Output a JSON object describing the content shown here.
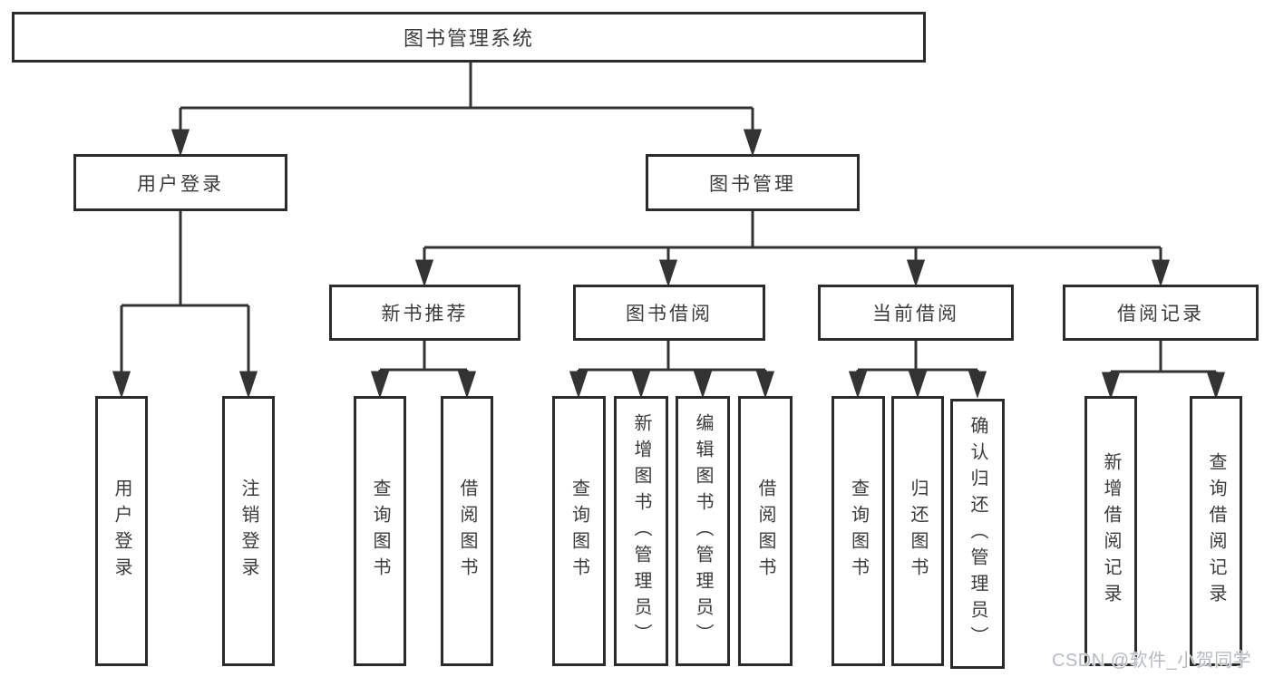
{
  "diagram": {
    "root": {
      "label": "图书管理系统"
    },
    "user_login_branch": {
      "label": "用户登录",
      "children": [
        {
          "label": "用户登录"
        },
        {
          "label": "注销登录"
        }
      ]
    },
    "book_management_branch": {
      "label": "图书管理",
      "children": [
        {
          "label": "新书推荐",
          "children": [
            {
              "label": "查询图书"
            },
            {
              "label": "借阅图书"
            }
          ]
        },
        {
          "label": "图书借阅",
          "children": [
            {
              "label": "查询图书"
            },
            {
              "label": "新增图书（管理员）"
            },
            {
              "label": "编辑图书（管理员）"
            },
            {
              "label": "借阅图书"
            }
          ]
        },
        {
          "label": "当前借阅",
          "children": [
            {
              "label": "查询图书"
            },
            {
              "label": "归还图书"
            },
            {
              "label": "确认归还（管理员）"
            }
          ]
        },
        {
          "label": "借阅记录",
          "children": [
            {
              "label": "新增借阅记录"
            },
            {
              "label": "查询借阅记录"
            }
          ]
        }
      ]
    },
    "watermark": "CSDN @软件_小贺同学",
    "colors": {
      "line": "#333333",
      "box_border": "#2b2b2b",
      "text": "#3b3b3b",
      "watermark": "#b7bbbf",
      "background": "#ffffff"
    }
  }
}
